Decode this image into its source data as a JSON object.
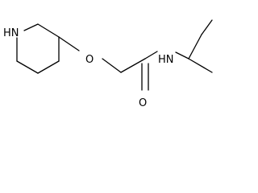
{
  "molecule": {
    "atoms": {
      "ring_nitrogen": "HN",
      "ether_oxygen": "O",
      "amide_nitrogen": "HN",
      "carbonyl_oxygen": "O"
    }
  }
}
